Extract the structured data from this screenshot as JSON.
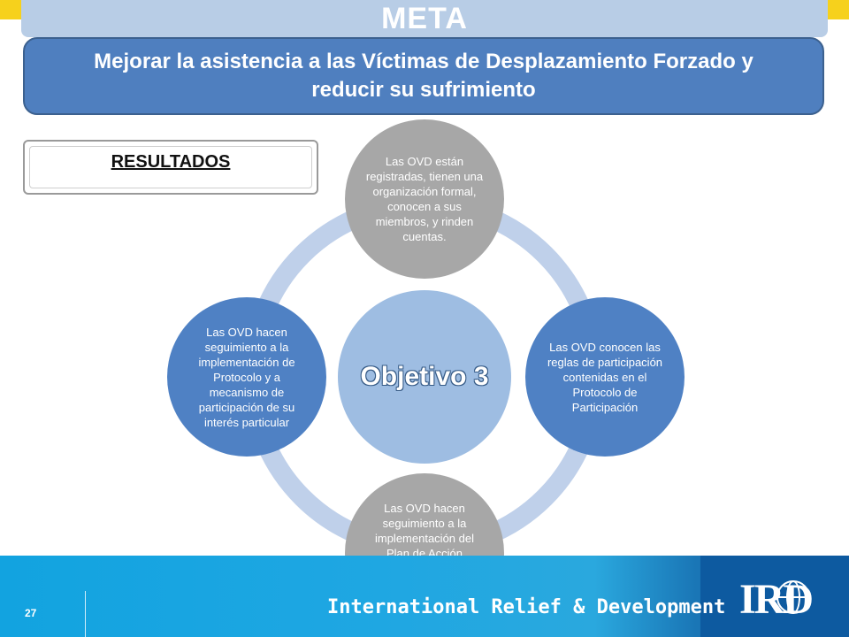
{
  "header": {
    "title": "META",
    "goal": "Mejorar la asistencia a las Víctimas de Desplazamiento Forzado y reducir su sufrimiento"
  },
  "results_label": "RESULTADOS",
  "diagram": {
    "center": "Objetivo 3",
    "nodes": {
      "top": "Las OVD están registradas, tienen una organización formal, conocen a sus miembros, y rinden cuentas.",
      "right": "Las OVD conocen las reglas de participación contenidas en el Protocolo de Participación",
      "bottom": "Las OVD hacen seguimiento a la implementación del Plan de Acción Territorial y a programas y proyectos de su interés particular",
      "left": "Las OVD hacen seguimiento a la implementación de Protocolo y a mecanismo de participación de su interés particular"
    }
  },
  "footer": {
    "page_number": "27",
    "organization": "International Relief & Development",
    "logo_text": "IRD"
  },
  "colors": {
    "accent_yellow": "#f6d11c",
    "goal_blue": "#4f7fbf",
    "node_blue": "#4f81c4",
    "node_gray": "#a7a7a7",
    "ring": "#bfd0ea"
  }
}
